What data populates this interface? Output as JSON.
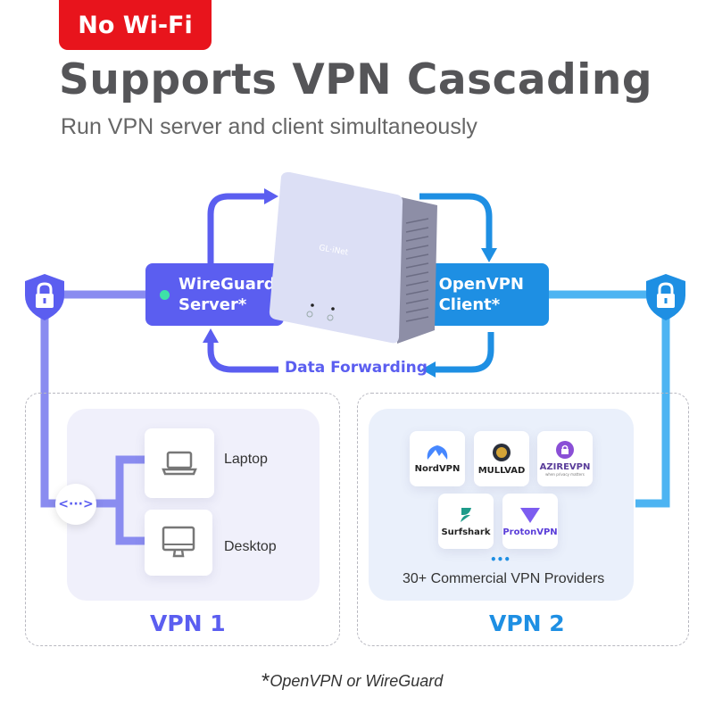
{
  "badge": {
    "label": "No Wi-Fi",
    "color": "#e8141c"
  },
  "header": {
    "title": "Supports VPN Cascading",
    "subtitle": "Run VPN server and client simultaneously"
  },
  "device": {
    "brand": "GL·iNet"
  },
  "nodes": {
    "server": {
      "line1": "WireGuard",
      "line2": "Server*",
      "color": "#5b5ef0"
    },
    "client": {
      "line1": "OpenVPN",
      "line2": "Client*",
      "color": "#1e8fe3"
    }
  },
  "flow_label": "Data Forwarding",
  "vpn1": {
    "label": "VPN 1",
    "devices": [
      {
        "name": "Laptop",
        "icon": "laptop-icon"
      },
      {
        "name": "Desktop",
        "icon": "desktop-icon"
      }
    ]
  },
  "vpn2": {
    "label": "VPN 2",
    "providers": [
      {
        "name": "NordVPN"
      },
      {
        "name": "MULLVAD"
      },
      {
        "name": "AZIREVPN",
        "tagline": "when privacy matters"
      },
      {
        "name": "Surfshark"
      },
      {
        "name": "ProtonVPN"
      }
    ],
    "more": "•••",
    "caption": "30+ Commercial VPN Providers"
  },
  "footnote": {
    "star": "*",
    "text": "OpenVPN or WireGuard"
  },
  "colors": {
    "purple": "#5b5ef0",
    "light_purple": "#8a8cf0",
    "blue": "#1e8fe3",
    "light_blue": "#4db4f2",
    "green_dot": "#3ee2a8"
  }
}
